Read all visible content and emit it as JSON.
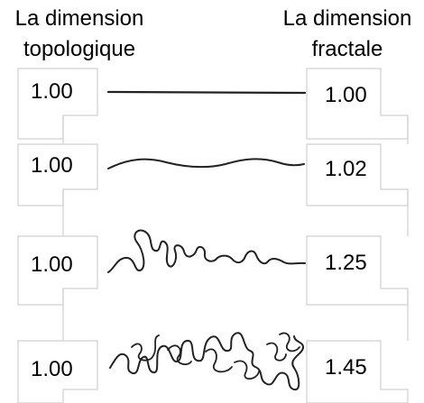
{
  "headers": {
    "left_line_1": "La dimension",
    "left_line_2": "topologique",
    "right_line_1": "La dimension",
    "right_line_2": "fractale"
  },
  "rows": [
    {
      "topological": "1.00",
      "fractal": "1.00"
    },
    {
      "topological": "1.00",
      "fractal": "1.02"
    },
    {
      "topological": "1.00",
      "fractal": "1.25"
    },
    {
      "topological": "1.00",
      "fractal": "1.45"
    }
  ],
  "colors": {
    "line": "#222222",
    "frame": "#cfcfcf"
  }
}
